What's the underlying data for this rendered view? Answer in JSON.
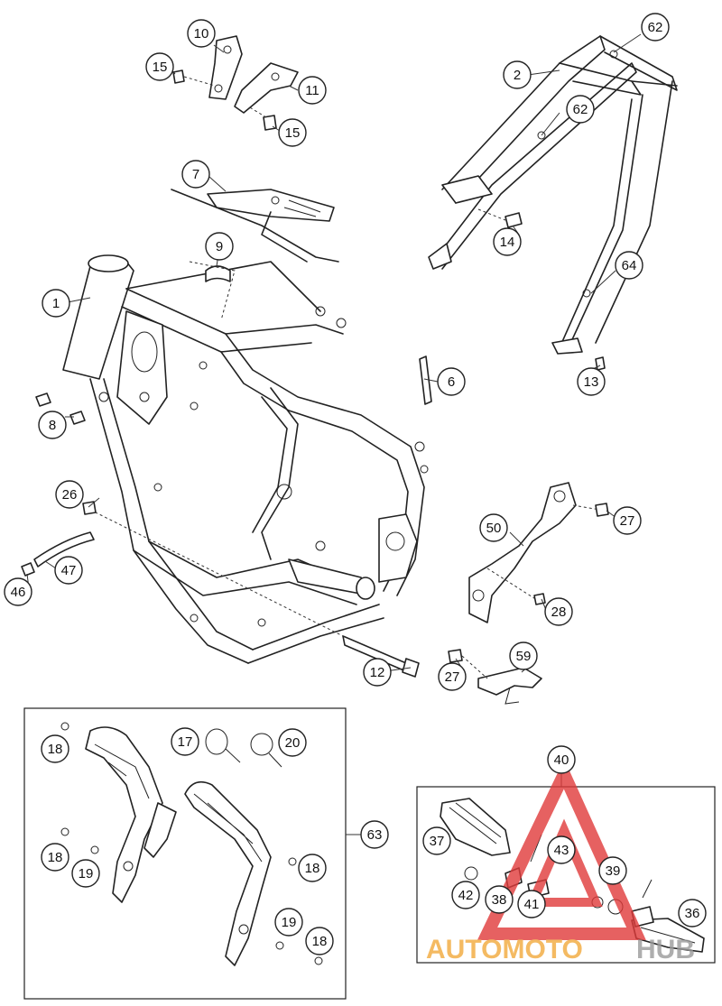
{
  "callouts": [
    {
      "id": "c1",
      "label": "1"
    },
    {
      "id": "c2",
      "label": "2"
    },
    {
      "id": "c6",
      "label": "6"
    },
    {
      "id": "c7",
      "label": "7"
    },
    {
      "id": "c8",
      "label": "8"
    },
    {
      "id": "c9",
      "label": "9"
    },
    {
      "id": "c10",
      "label": "10"
    },
    {
      "id": "c11",
      "label": "11"
    },
    {
      "id": "c12",
      "label": "12"
    },
    {
      "id": "c13",
      "label": "13"
    },
    {
      "id": "c14",
      "label": "14"
    },
    {
      "id": "c15a",
      "label": "15"
    },
    {
      "id": "c15b",
      "label": "15"
    },
    {
      "id": "c17",
      "label": "17"
    },
    {
      "id": "c18a",
      "label": "18"
    },
    {
      "id": "c18b",
      "label": "18"
    },
    {
      "id": "c18c",
      "label": "18"
    },
    {
      "id": "c18d",
      "label": "18"
    },
    {
      "id": "c19a",
      "label": "19"
    },
    {
      "id": "c19b",
      "label": "19"
    },
    {
      "id": "c20",
      "label": "20"
    },
    {
      "id": "c26",
      "label": "26"
    },
    {
      "id": "c27a",
      "label": "27"
    },
    {
      "id": "c27b",
      "label": "27"
    },
    {
      "id": "c28",
      "label": "28"
    },
    {
      "id": "c36",
      "label": "36"
    },
    {
      "id": "c37",
      "label": "37"
    },
    {
      "id": "c38",
      "label": "38"
    },
    {
      "id": "c39",
      "label": "39"
    },
    {
      "id": "c40",
      "label": "40"
    },
    {
      "id": "c41",
      "label": "41"
    },
    {
      "id": "c42",
      "label": "42"
    },
    {
      "id": "c43",
      "label": "43"
    },
    {
      "id": "c46",
      "label": "46"
    },
    {
      "id": "c47",
      "label": "47"
    },
    {
      "id": "c50",
      "label": "50"
    },
    {
      "id": "c59",
      "label": "59"
    },
    {
      "id": "c62a",
      "label": "62"
    },
    {
      "id": "c62b",
      "label": "62"
    },
    {
      "id": "c63",
      "label": "63"
    },
    {
      "id": "c64",
      "label": "64"
    }
  ],
  "watermark": {
    "part1": "AUTOMOTO",
    "part2": "HUB"
  },
  "colors": {
    "line": "#222222",
    "watermark_red": "#e03a3a",
    "watermark_orange": "#f2a93b",
    "watermark_gray": "#9a9a9a"
  }
}
